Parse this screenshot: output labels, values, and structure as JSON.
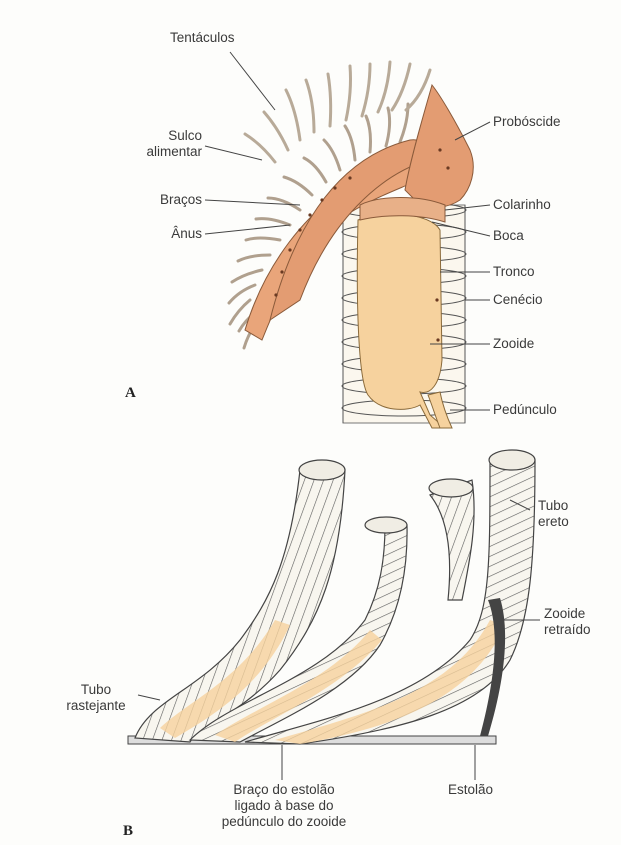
{
  "colors": {
    "body_fill": "#f6d29e",
    "arm_fill": "#e9a57a",
    "tube_fill": "#f8f6ef",
    "tube_ring": "#5c5c5c",
    "line": "#3a3a3a"
  },
  "panel_a": {
    "letter": "A",
    "labels": {
      "tentaculos": "Tentáculos",
      "sulco": "Sulco\nalimentar",
      "bracos": "Braços",
      "anus": "Ânus",
      "proboscide": "Probóscide",
      "colarinho": "Colarinho",
      "boca": "Boca",
      "tronco": "Tronco",
      "cenecio": "Cenécio",
      "zooide": "Zooide",
      "pedunculo": "Pedúnculo"
    }
  },
  "panel_b": {
    "letter": "B",
    "labels": {
      "tubo_ereto": "Tubo\nereto",
      "zooide_retraido": "Zooide\nretraído",
      "tubo_rastejante": "Tubo\nrastejante",
      "braco_estolao": "Braço do estolão\nligado à base do\npedúnculo do zooide",
      "estolao": "Estolão"
    }
  }
}
